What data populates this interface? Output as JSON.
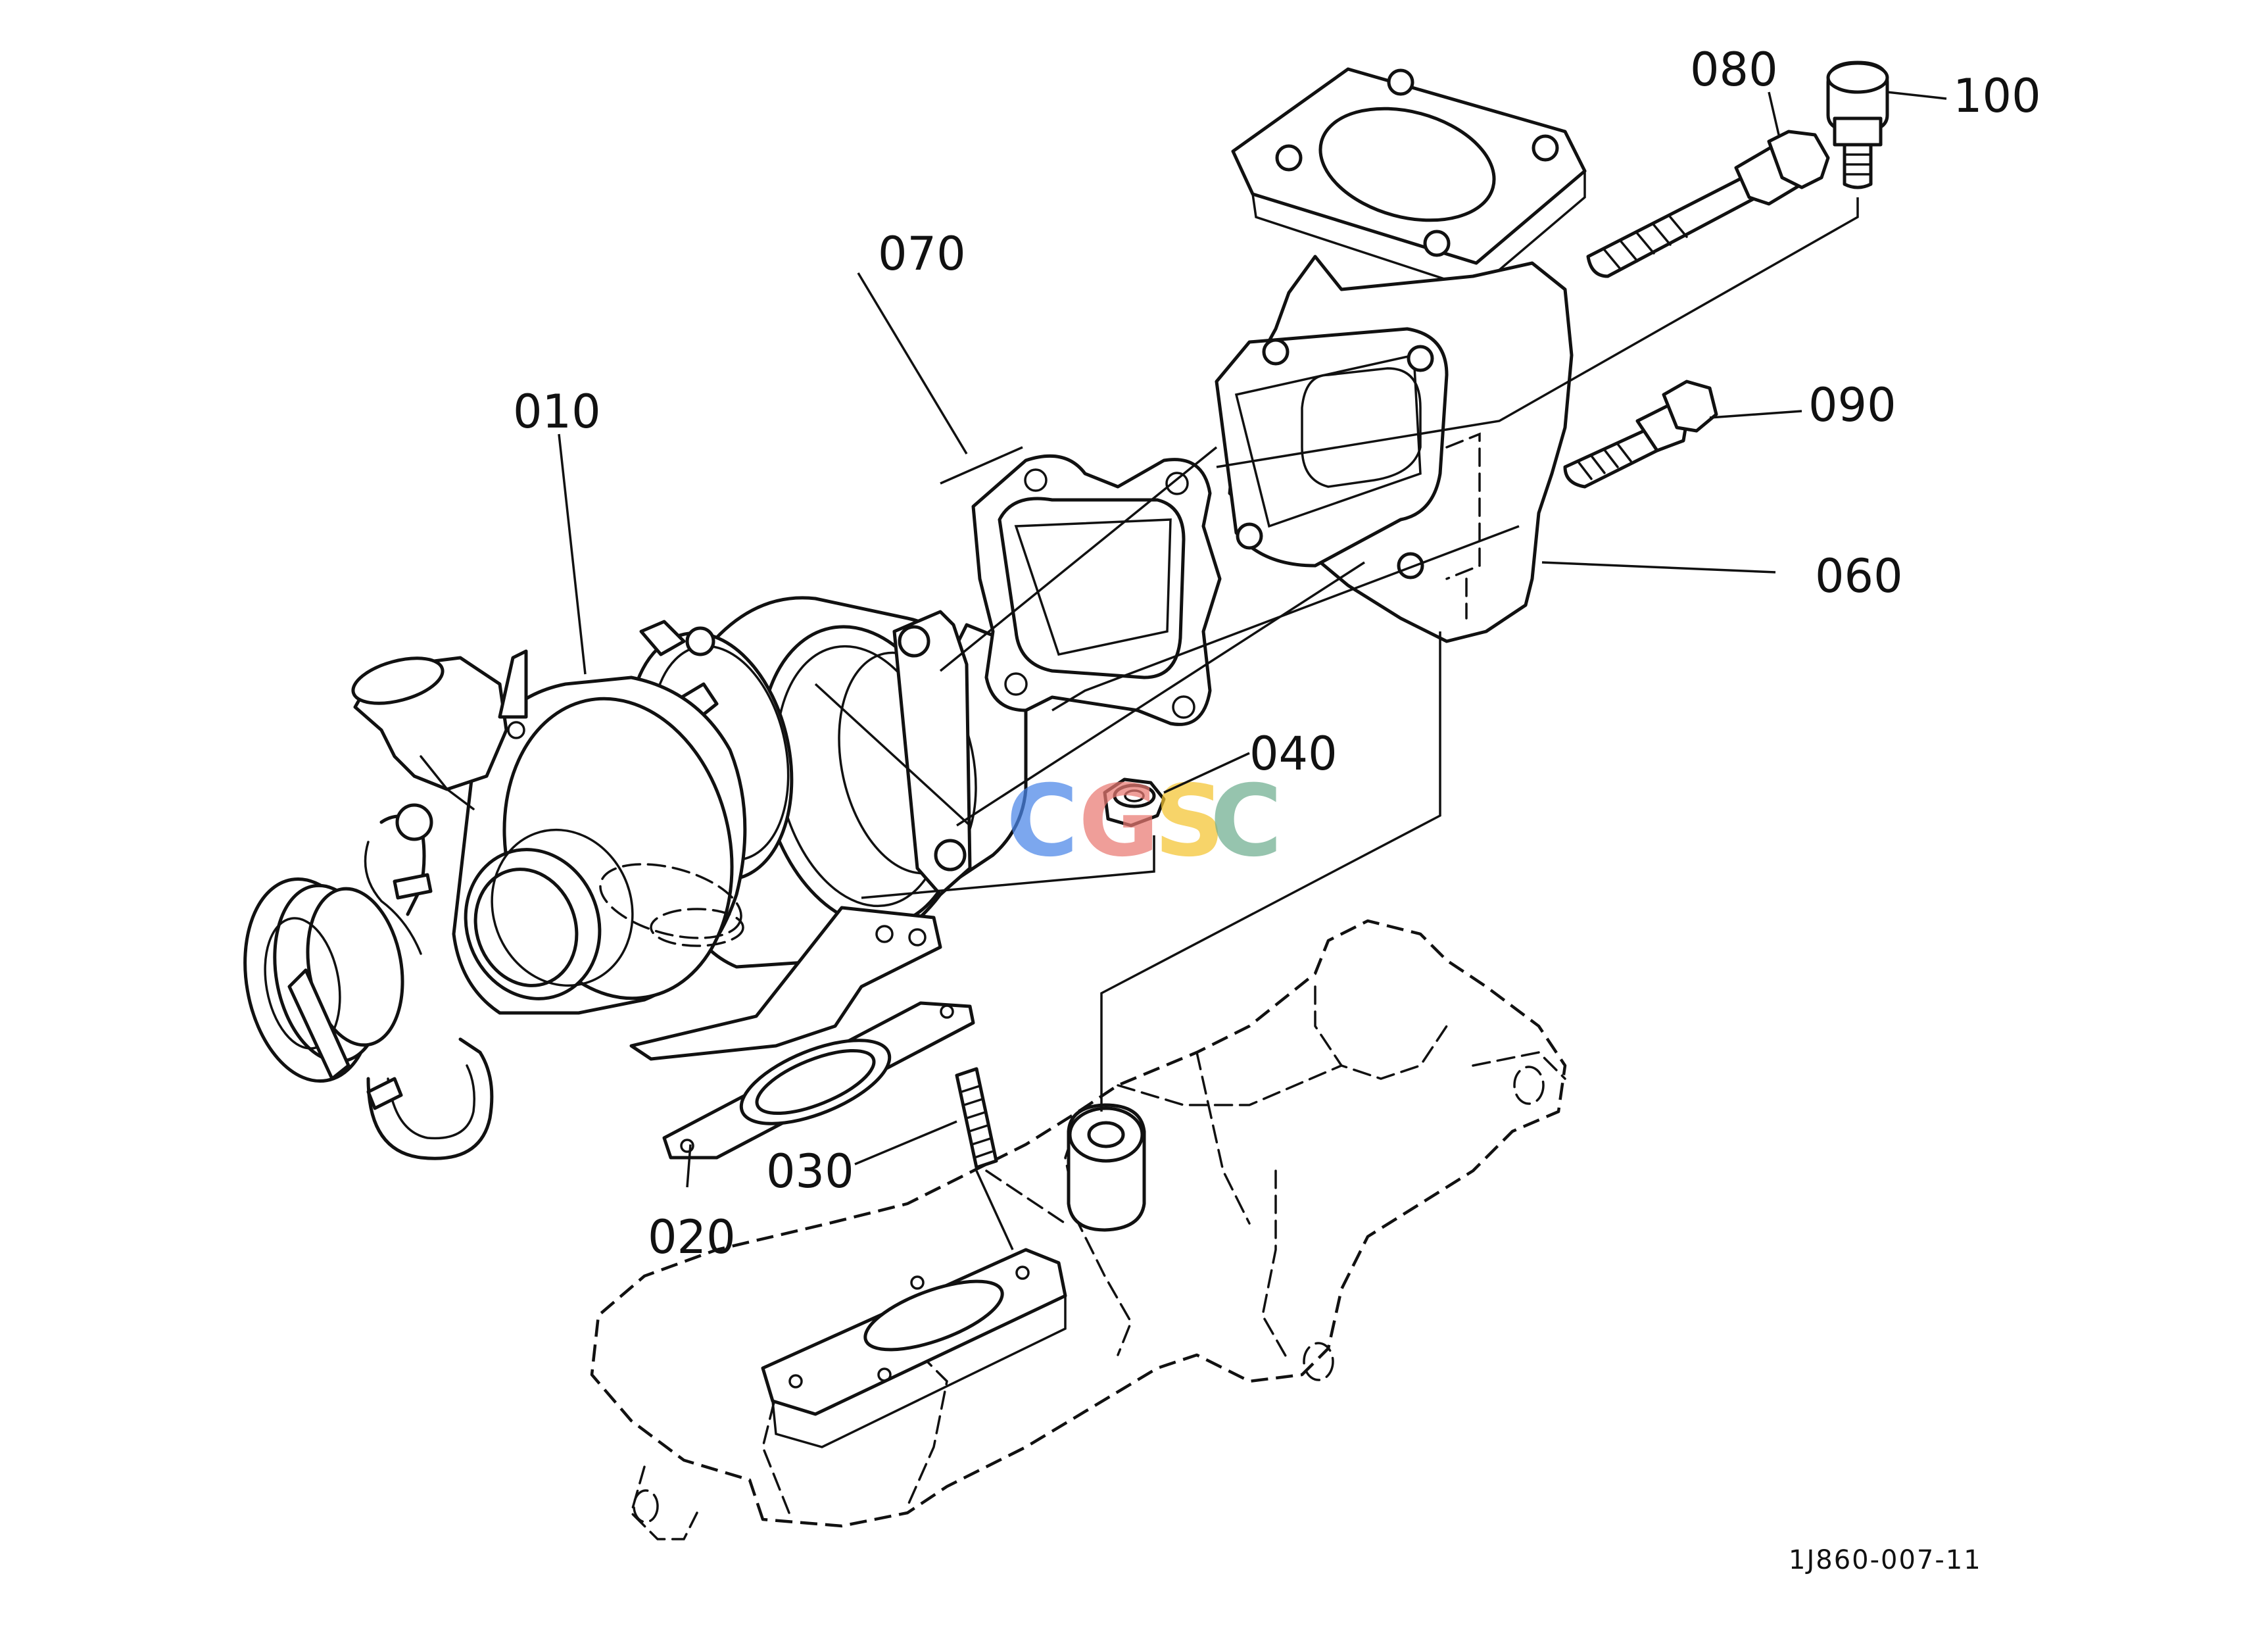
{
  "diagram": {
    "callouts": [
      {
        "id": "callout-010",
        "text": "010"
      },
      {
        "id": "callout-020",
        "text": "020"
      },
      {
        "id": "callout-030",
        "text": "030"
      },
      {
        "id": "callout-040",
        "text": "040"
      },
      {
        "id": "callout-060",
        "text": "060"
      },
      {
        "id": "callout-070",
        "text": "070"
      },
      {
        "id": "callout-080",
        "text": "080"
      },
      {
        "id": "callout-090",
        "text": "090"
      },
      {
        "id": "callout-100",
        "text": "100"
      }
    ],
    "reference_code": "1J860-007-11",
    "watermark": {
      "letters": [
        "C",
        "G",
        "S",
        "C"
      ],
      "colors": [
        "#4a86e8",
        "#ea7a73",
        "#f4c430",
        "#6fae8f"
      ]
    },
    "colors": {
      "line": "#111111",
      "background": "#ffffff"
    }
  }
}
